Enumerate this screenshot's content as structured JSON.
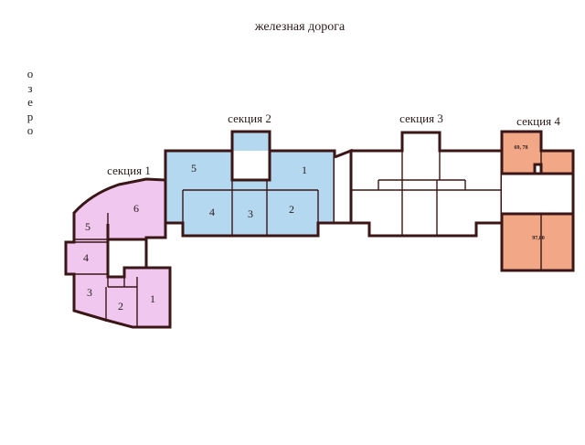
{
  "top_label": "железная дорога",
  "side_label_letters": [
    "о",
    "з",
    "е",
    "р",
    "о"
  ],
  "sections": [
    {
      "label": "секция 1",
      "color": "#efc7ef",
      "apartments": [
        "6",
        "5",
        "4",
        "3",
        "2",
        "1"
      ]
    },
    {
      "label": "секция 2",
      "color": "#b4d8ef",
      "apartments": [
        "5",
        "1",
        "4",
        "3",
        "2"
      ]
    },
    {
      "label": "секция 3",
      "color": "#ffffff",
      "apartments": []
    },
    {
      "label": "секция 4",
      "color": "#f2a787",
      "apartments": [
        "69, 78",
        "97,00"
      ]
    }
  ],
  "wall_color": "#3a1616"
}
